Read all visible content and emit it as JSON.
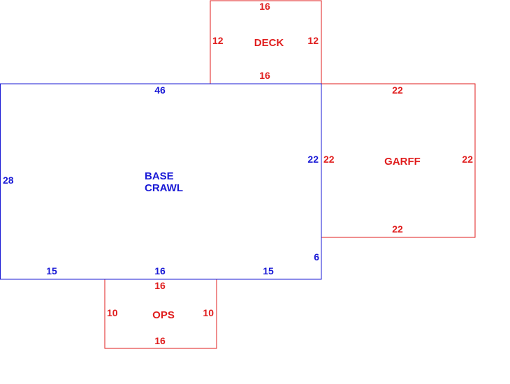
{
  "colors": {
    "base": "#1a1ad6",
    "addition": "#e01e1e"
  },
  "areas": {
    "base": {
      "name_line1": "BASE",
      "name_line2": "CRAWL",
      "dims": {
        "top": "46",
        "left": "28",
        "right": "22",
        "right_lower": "6",
        "bottom_left": "15",
        "bottom_mid": "16",
        "bottom_right": "15"
      }
    },
    "deck": {
      "name": "DECK",
      "dims": {
        "top": "16",
        "left": "12",
        "right": "12",
        "bottom": "16"
      }
    },
    "garage": {
      "name": "GARFF",
      "dims": {
        "top": "22",
        "left": "22",
        "right": "22",
        "bottom": "22"
      }
    },
    "ops": {
      "name": "OPS",
      "dims": {
        "top": "16",
        "left": "10",
        "right": "10",
        "bottom": "16"
      }
    }
  }
}
